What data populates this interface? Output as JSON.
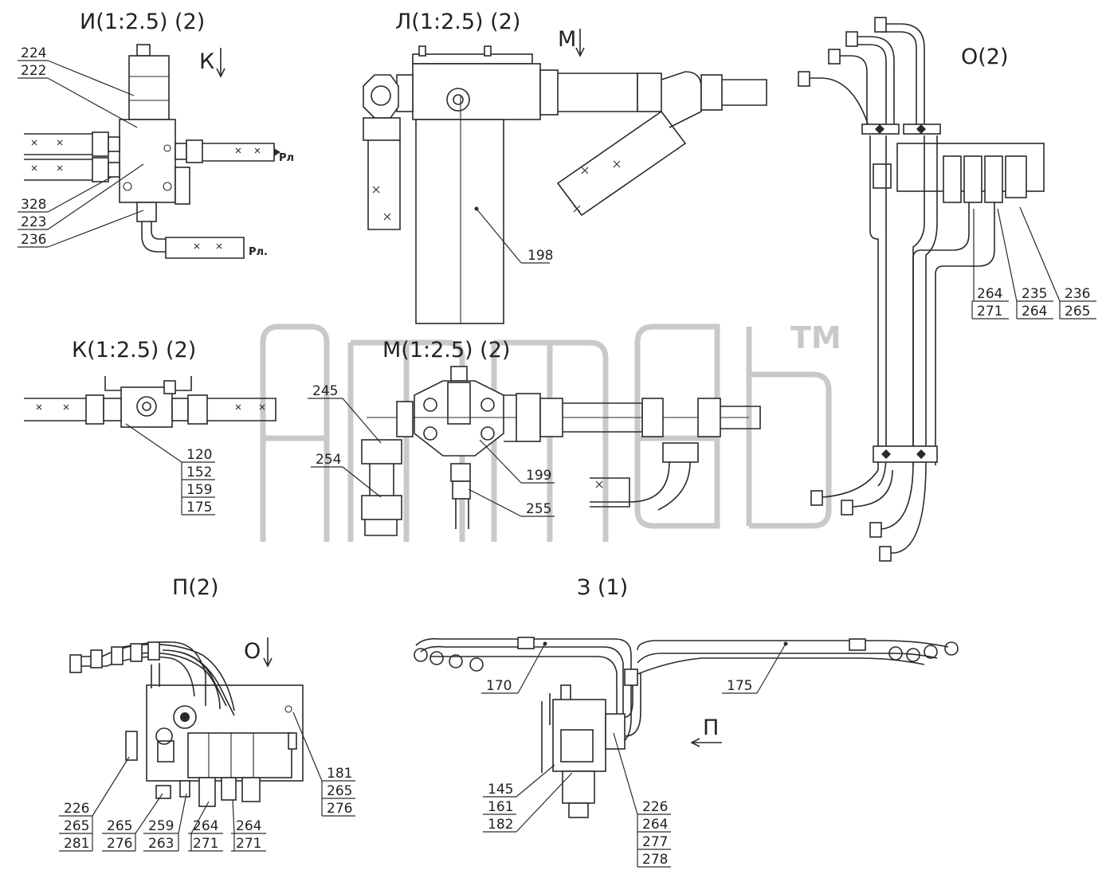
{
  "views": {
    "I": "И(1:2.5) (2)",
    "L": "Л(1:2.5) (2)",
    "O": "О(2)",
    "K": "К(1:2.5) (2)",
    "M": "М(1:2.5) (2)",
    "P": "П(2)",
    "Z": "З (1)"
  },
  "arrows": {
    "K": "К",
    "M": "М",
    "O": "О",
    "P": "П"
  },
  "line_labels": {
    "rl1": "Рл",
    "rl2": "Рл."
  },
  "watermark": {
    "tm": "TM"
  },
  "callouts": {
    "i": [
      "224",
      "222",
      "328",
      "223",
      "236"
    ],
    "l": [
      "198"
    ],
    "o": [
      "264",
      "271",
      "235",
      "264",
      "236",
      "265"
    ],
    "k": [
      "120",
      "152",
      "159",
      "175"
    ],
    "m": [
      "245",
      "254",
      "199",
      "255"
    ],
    "p": [
      "226",
      "265",
      "281",
      "265",
      "276",
      "259",
      "263",
      "264",
      "271",
      "264",
      "271",
      "181",
      "265",
      "276"
    ],
    "z": [
      "170",
      "175",
      "145",
      "161",
      "182",
      "226",
      "264",
      "277",
      "278"
    ]
  }
}
